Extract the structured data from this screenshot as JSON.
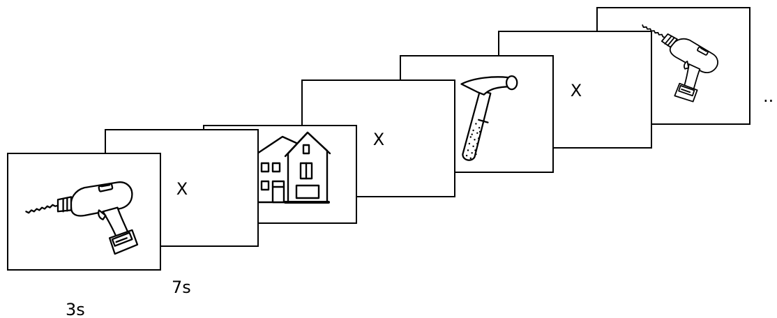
{
  "frames": [
    {
      "content": "drill-image"
    },
    {
      "content": "fixation",
      "text": "X"
    },
    {
      "content": "house-image"
    },
    {
      "content": "fixation",
      "text": "X"
    },
    {
      "content": "hammer-image"
    },
    {
      "content": "fixation",
      "text": "X"
    },
    {
      "content": "drill-image"
    }
  ],
  "continuation": "..",
  "timing": {
    "stimulus_duration": "3s",
    "fixation_duration": "7s"
  },
  "colors": {
    "line": "#000000",
    "background": "#ffffff"
  }
}
